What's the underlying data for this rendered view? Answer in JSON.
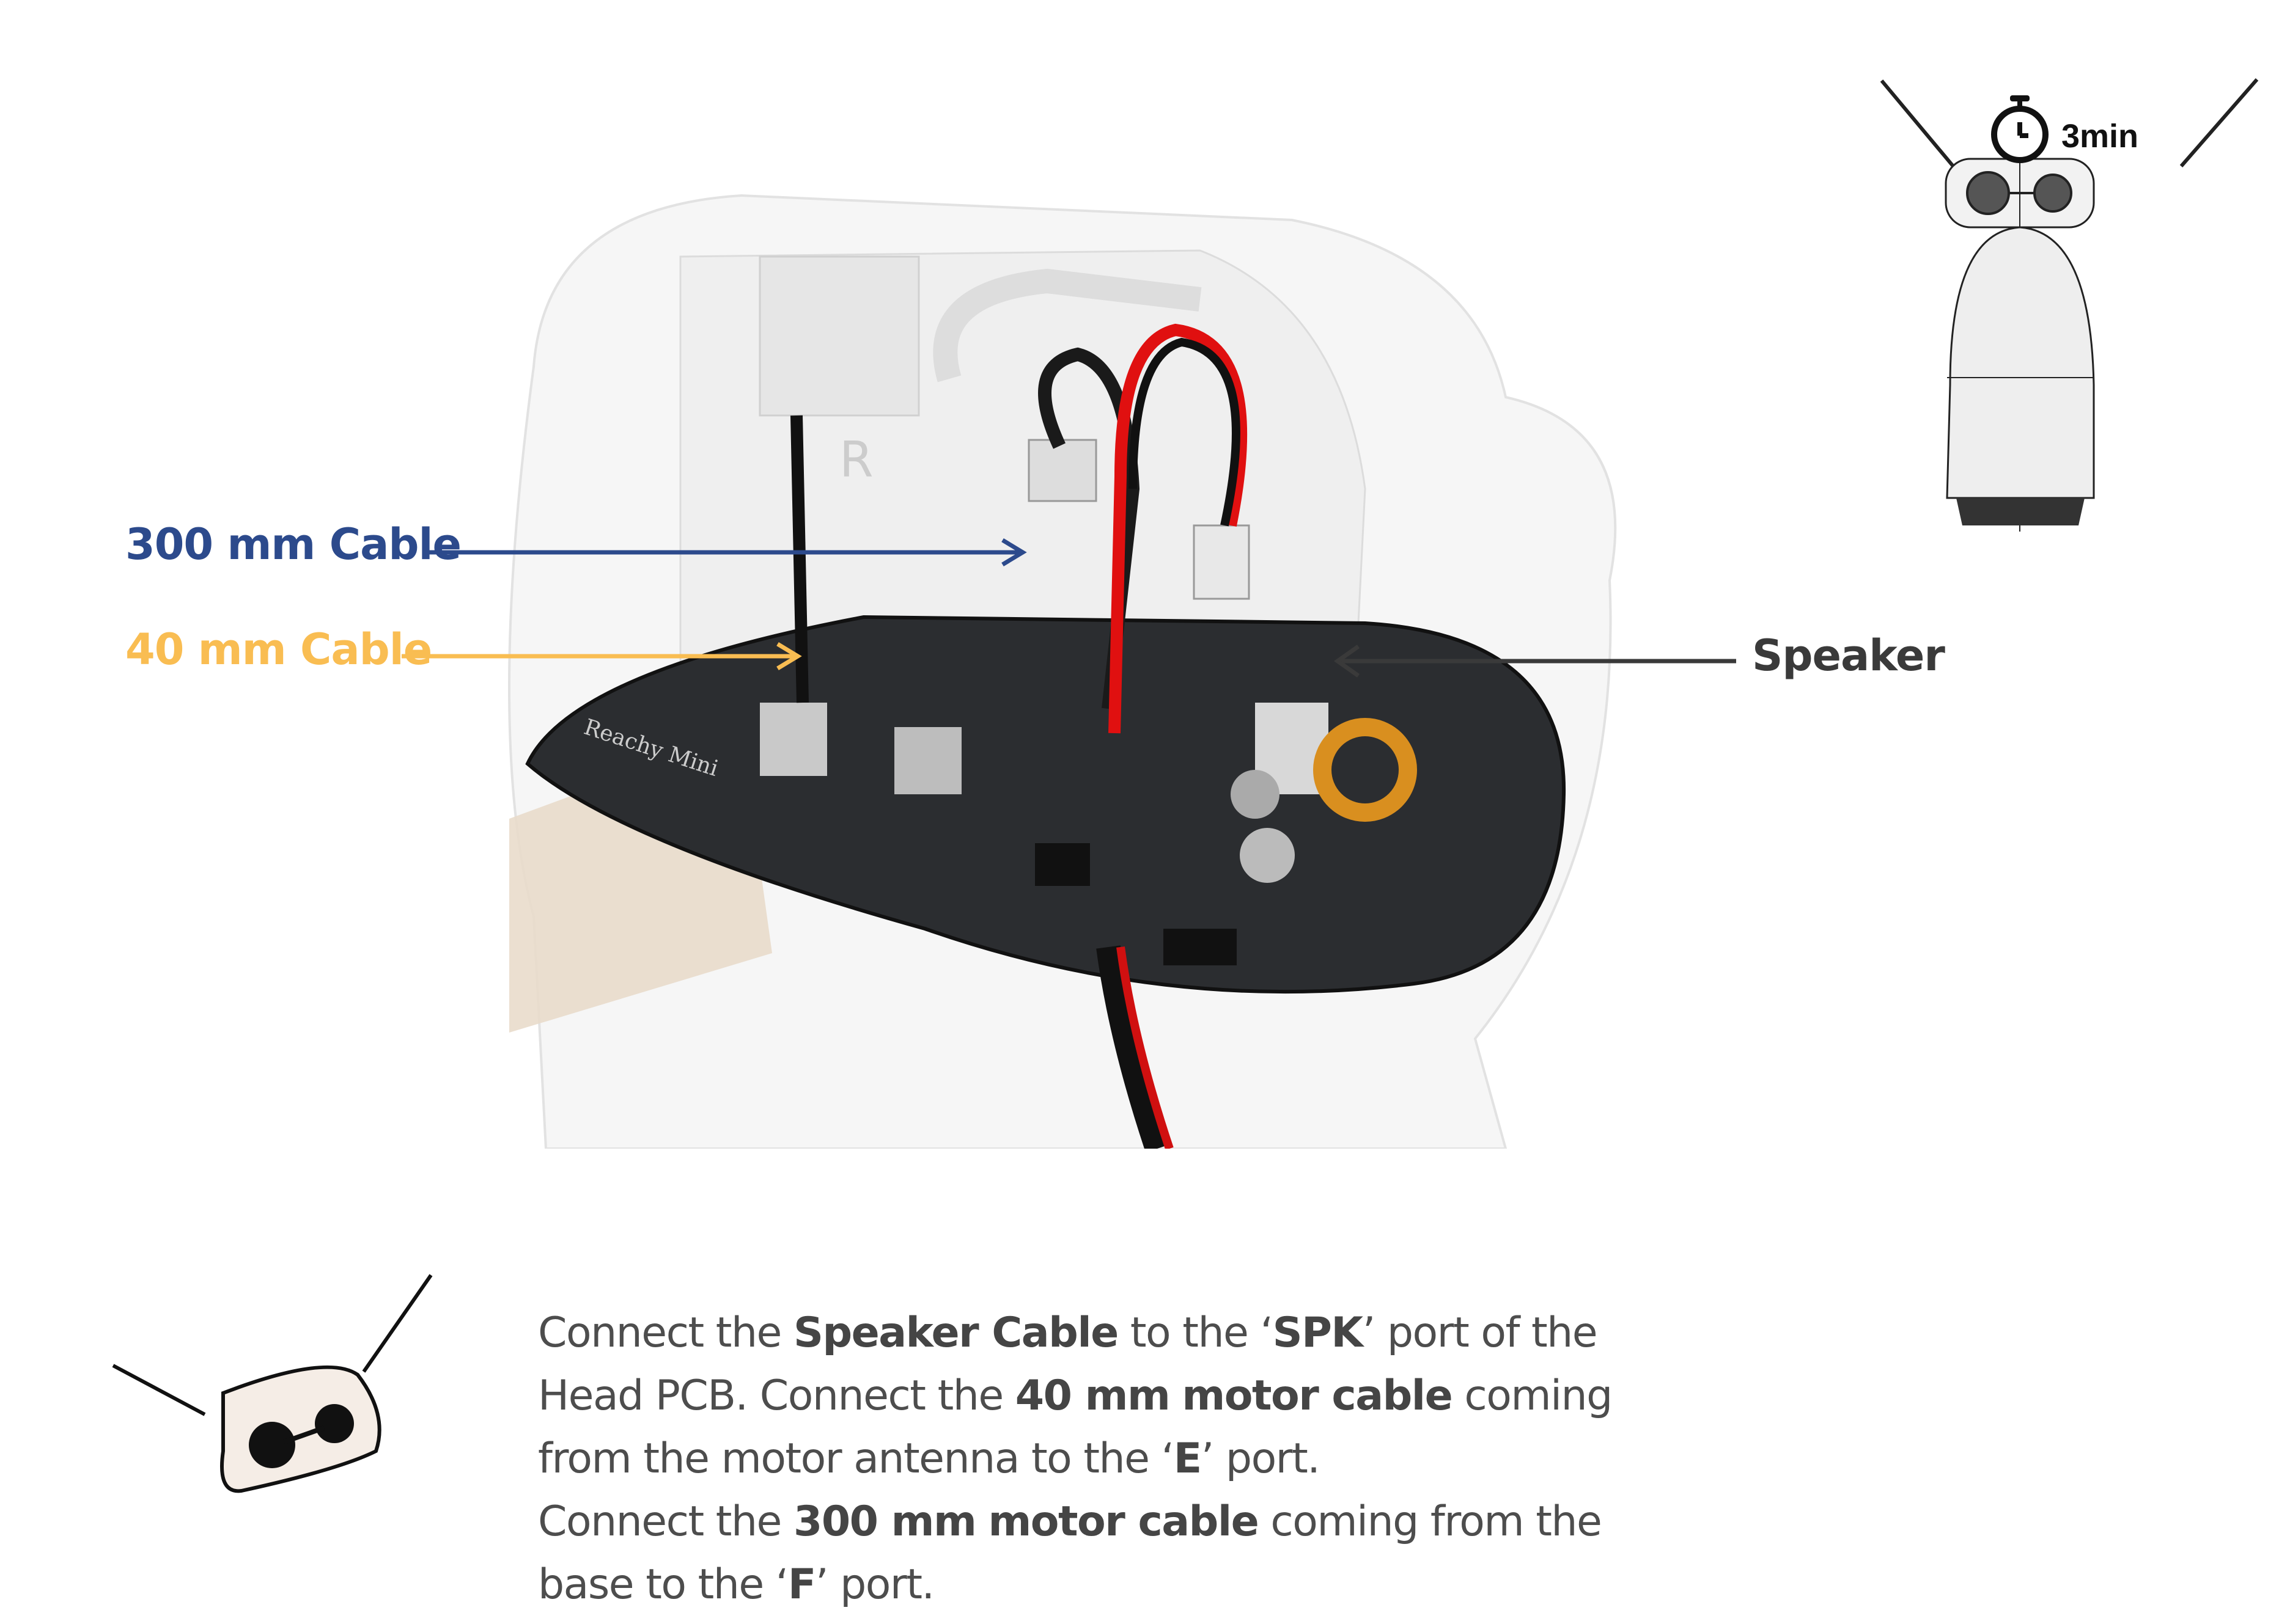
{
  "colors": {
    "navy": "#2c4a8c",
    "orange": "#f9bd52",
    "dark": "#3a3a3a",
    "text": "#4d4d4d"
  },
  "callouts": {
    "cable_300": "300 mm Cable",
    "cable_40": "40 mm Cable",
    "speaker": "Speaker"
  },
  "timer": {
    "icon": "stopwatch-icon",
    "duration": "3min"
  },
  "instructions": {
    "l1a": "Connect the ",
    "l1b": "Speaker Cable",
    "l1c": " to the ‘",
    "l1d": "SPK",
    "l1e": "’ port of the Head PCB. Connect the ",
    "l2a": "40 mm",
    "l2b": " ",
    "l2c": "motor cable",
    "l2d": " coming from the motor antenna to the ‘",
    "l2e": "E",
    "l2f": "’ port.",
    "l3a": "Connect the ",
    "l3b": "300 mm",
    "l3c": " ",
    "l3d": "motor cable",
    "l3e": " coming from the base to the ‘",
    "l3f": "F",
    "l3g": "’ port."
  }
}
